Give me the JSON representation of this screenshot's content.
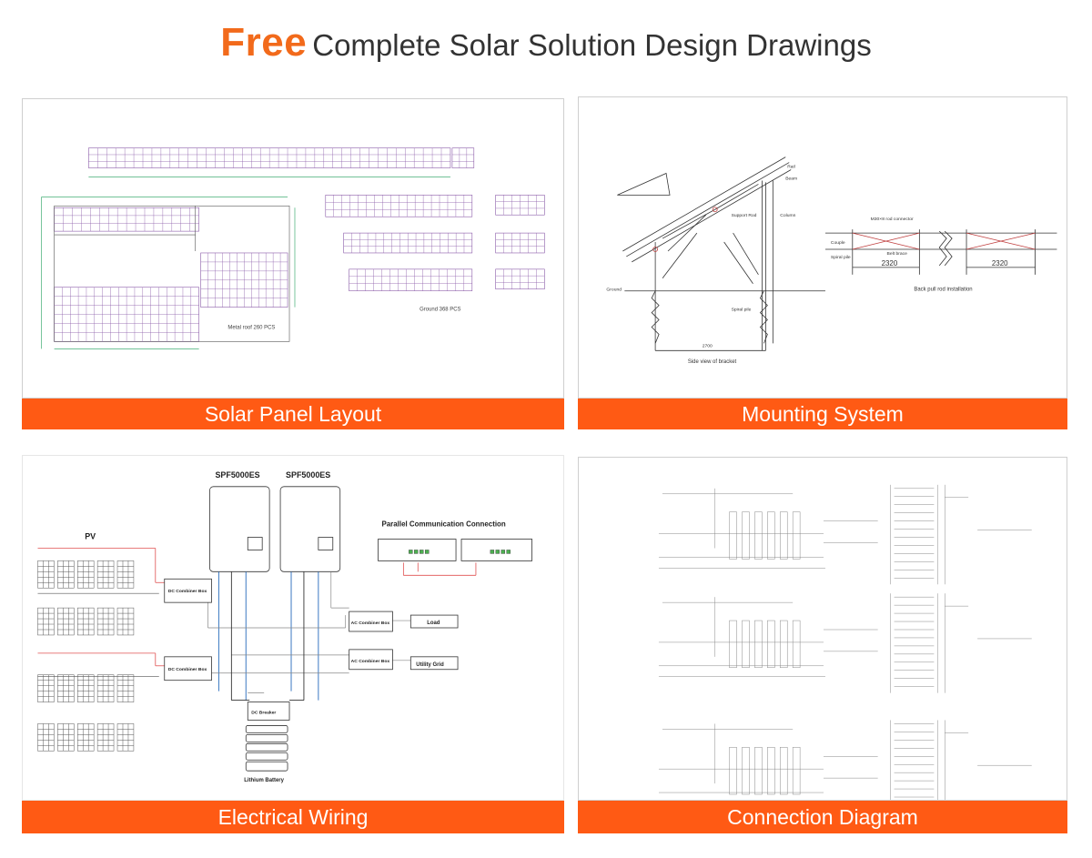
{
  "title": {
    "highlight": "Free",
    "text": "Complete Solar Solution Design Drawings"
  },
  "colors": {
    "accent": "#ff5a14",
    "highlight": "#f26a1b"
  },
  "panels": [
    {
      "caption": "Solar Panel Layout",
      "labels": {
        "metal_roof": "Metal roof 260 PCS",
        "ground": "Ground 368 PCS"
      }
    },
    {
      "caption": "Mounting System",
      "labels": {
        "rail": "Rail",
        "beam": "Beam",
        "column": "Column",
        "support_rod": "Support Rod",
        "ground": "Ground",
        "spiral_pile": "Spiral pile",
        "side_view": "Side view of bracket",
        "back_pull": "Back pull rod installation",
        "dim_2320": "2320",
        "dim_2700": "2700",
        "couple": "Couple",
        "spiral_pile_2": "Spiral pile",
        "belt": "Belt brace",
        "m": "M30×8 rod connector"
      }
    },
    {
      "caption": "Electrical Wiring",
      "labels": {
        "inverter1": "SPF5000ES",
        "inverter2": "SPF5000ES",
        "pv": "PV",
        "parallel": "Parallel Communication Connection",
        "dc_combiner": "DC Combiner Box",
        "ac_combiner": "AC Combiner Box",
        "load": "Load",
        "utility": "Utility Grid",
        "dc_breaker": "DC Breaker",
        "battery": "Lithium Battery"
      }
    },
    {
      "caption": "Connection Diagram"
    }
  ]
}
